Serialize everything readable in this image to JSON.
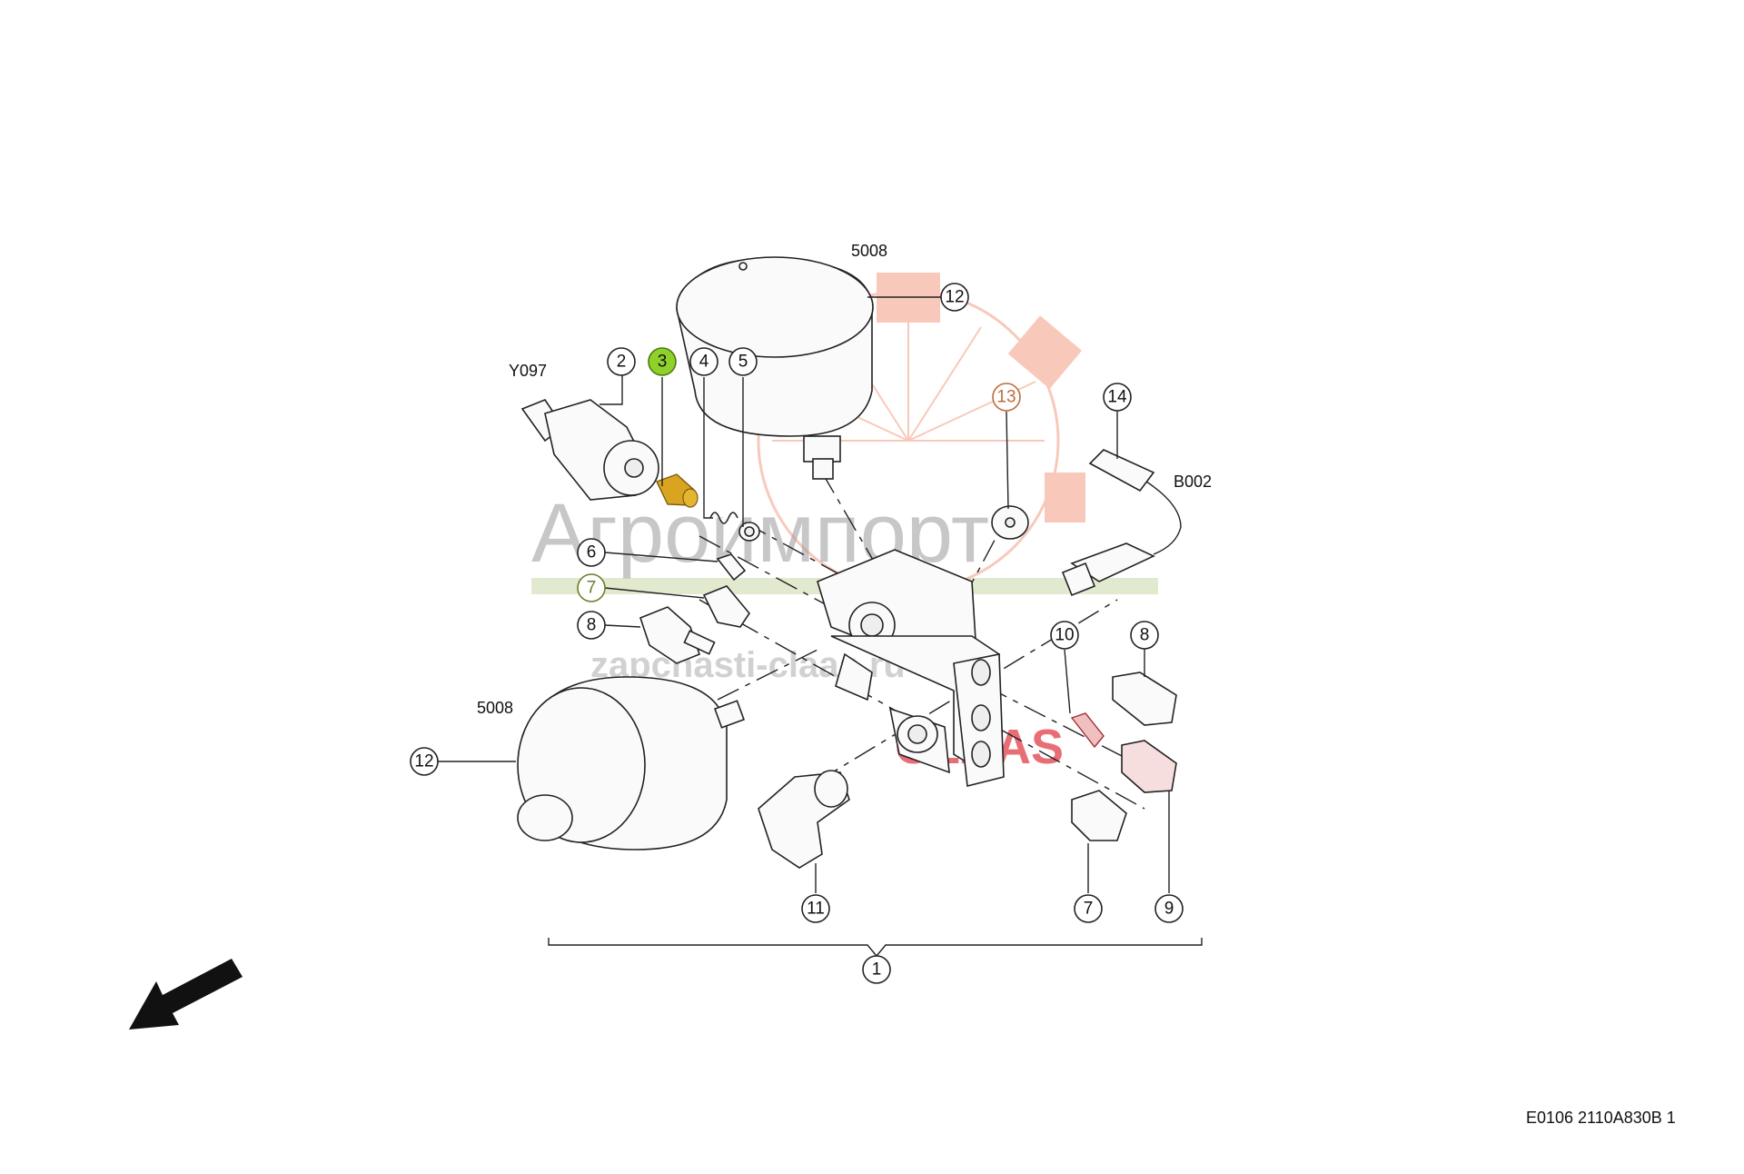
{
  "diagram": {
    "callouts": [
      {
        "id": "c1",
        "number": "1"
      },
      {
        "id": "c2",
        "number": "2"
      },
      {
        "id": "c3",
        "number": "3",
        "highlight": "#8fd12b"
      },
      {
        "id": "c4",
        "number": "4"
      },
      {
        "id": "c5",
        "number": "5"
      },
      {
        "id": "c6",
        "number": "6"
      },
      {
        "id": "c7a",
        "number": "7",
        "color": "#6b7d2a"
      },
      {
        "id": "c7b",
        "number": "7"
      },
      {
        "id": "c8a",
        "number": "8"
      },
      {
        "id": "c8b",
        "number": "8"
      },
      {
        "id": "c9",
        "number": "9"
      },
      {
        "id": "c10",
        "number": "10"
      },
      {
        "id": "c11",
        "number": "11"
      },
      {
        "id": "c12a",
        "number": "12"
      },
      {
        "id": "c12b",
        "number": "12"
      },
      {
        "id": "c13",
        "number": "13",
        "color": "#c06a3a"
      },
      {
        "id": "c14",
        "number": "14"
      }
    ],
    "labels": {
      "y097": "Y097",
      "b002": "B002",
      "acc_top": "5008",
      "acc_bottom": "5008",
      "reference": "E0106 2110A830B 1"
    },
    "watermark": {
      "brand": "Агроимпорт",
      "url": "zapchasti-claas.ru",
      "mark": "CLAAS",
      "gear_color": "#f08a6a"
    },
    "colors": {
      "highlight": "#8fd12b",
      "part_accent": "#d9a520"
    },
    "arrow_icon": "direction-arrow-icon"
  }
}
